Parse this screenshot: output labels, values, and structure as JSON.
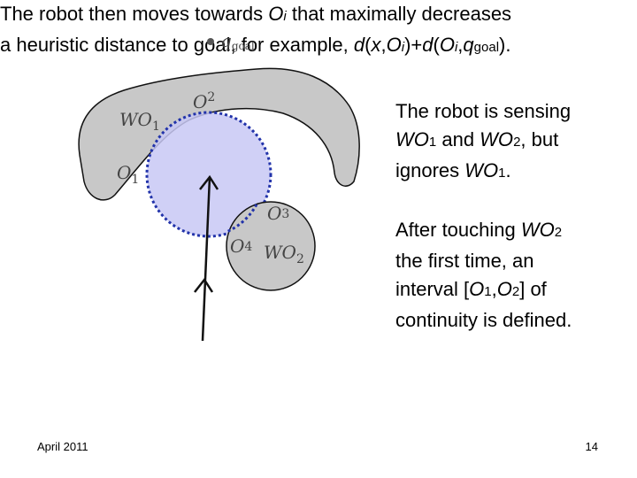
{
  "diagram": {
    "goal_label": "q",
    "goal_sub": "goal",
    "labels": {
      "o2": "O",
      "o2_sub": "2",
      "wo1": "WO",
      "wo1_sub": "1",
      "o1": "O",
      "o1_sub": "1",
      "o3": "O",
      "o3_sub": "3",
      "o4": "O",
      "o4_sub": "4",
      "wo2": "WO",
      "wo2_sub": "2"
    },
    "colors": {
      "obstacle_fill": "#c8c8c8",
      "sensing_fill": "#c8c8f4",
      "sensing_stroke": "#2233aa"
    }
  },
  "sensing_text": {
    "line1": "The robot is sensing",
    "wo": "WO",
    "sub1": "1",
    "and": " and ",
    "wo_b": "WO",
    "sub2": "2",
    "but": ", but",
    "ignores": "ignores ",
    "wo_c": "WO",
    "sub3": "1",
    "period": "."
  },
  "touch_text": {
    "p1": "After touching ",
    "wo": "WO",
    "sub1": "2",
    "line2": "the first time, an",
    "p3": "interval [",
    "o1": "O",
    "o1_sub": "1",
    "comma": ",",
    "o2": "O",
    "o2_sub": "2",
    "p3_end": "] of",
    "line4": "continuity is defined."
  },
  "bottom_text": {
    "p1": "The robot then moves towards ",
    "oi": "O",
    "oi_sub": "i",
    "p2": " that maximally decreases",
    "p3": "a heuristic distance to goal, for example, ",
    "d1": "d",
    "p4": "(",
    "x": "x",
    "c1": ",",
    "oi2": "O",
    "oi2_sub": "i",
    "p5": ")+",
    "d2": "d",
    "p6": "(",
    "oi3": "O",
    "oi3_sub": "i",
    "c2": ",",
    "q": "q",
    "q_sub": "goal",
    "p7": ")."
  },
  "footer": {
    "date": "April 2011",
    "page": "14"
  }
}
